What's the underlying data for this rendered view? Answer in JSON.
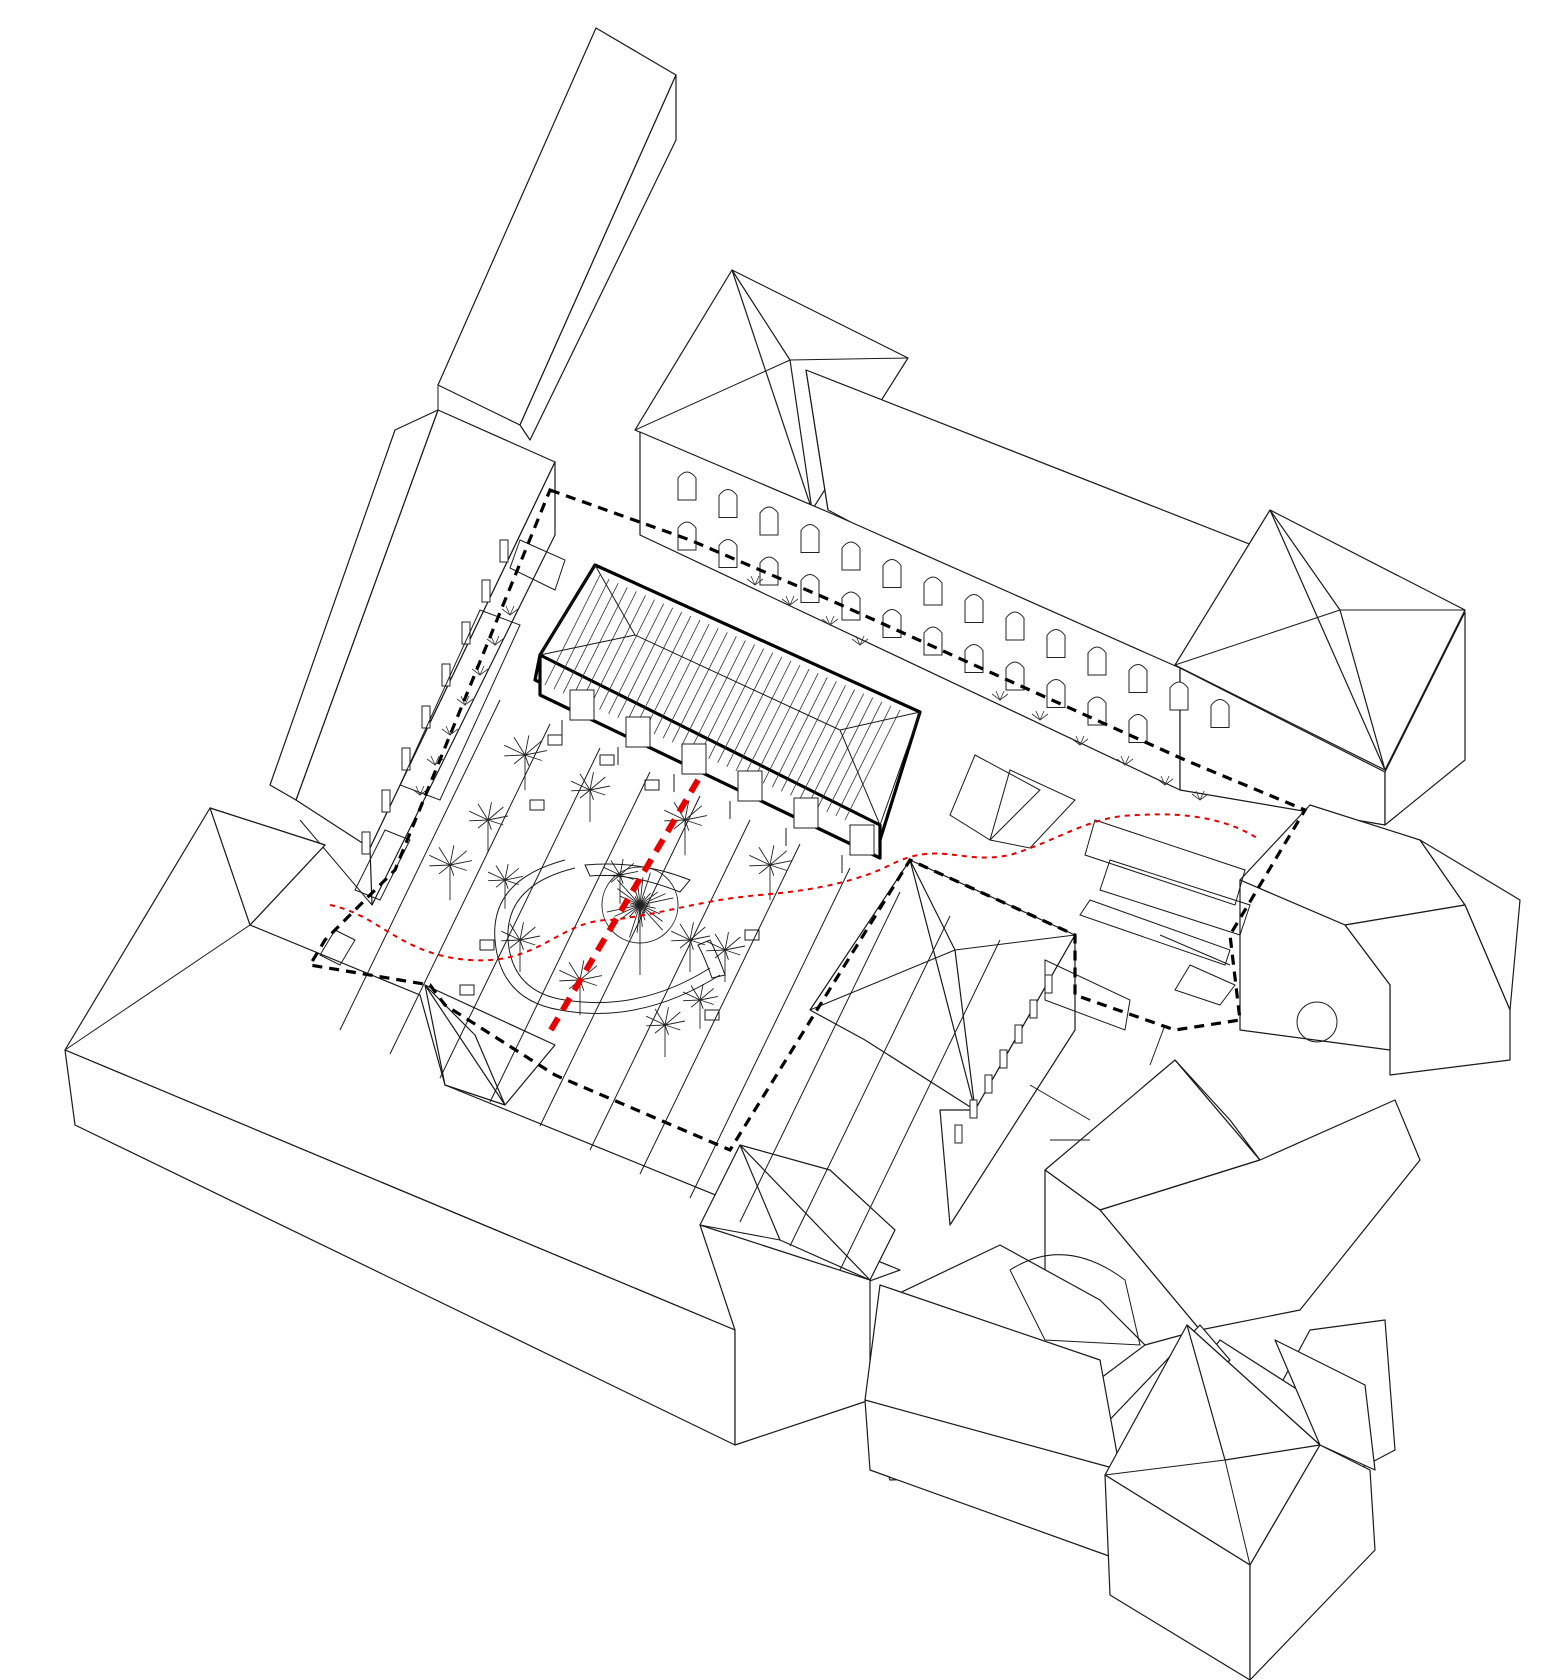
{
  "diagram": {
    "kind": "axonometric-site-drawing",
    "labels": [],
    "colors": {
      "linework": "#1a1a1a",
      "site_boundary": "#000000",
      "main_axis": "#e60000",
      "route": "#e60000",
      "background": "#ffffff"
    },
    "elements": [
      {
        "id": "site-boundary",
        "style": "black dashed line"
      },
      {
        "id": "new-pavilion",
        "style": "bold outline, hatched roof"
      },
      {
        "id": "main-axis",
        "style": "red bold dashed line"
      },
      {
        "id": "walking-route",
        "style": "red thin dashed curve"
      },
      {
        "id": "courtyard-trees",
        "style": "bare-branch tree drawings"
      },
      {
        "id": "surrounding-buildings",
        "style": "white volumes with hipped roofs"
      }
    ]
  }
}
